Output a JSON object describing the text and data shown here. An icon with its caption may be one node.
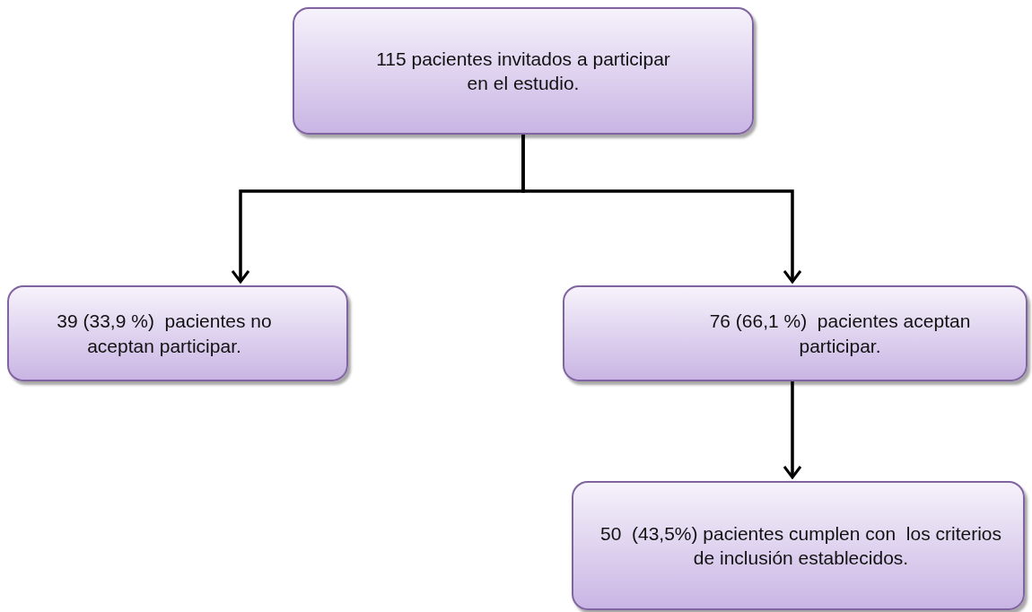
{
  "diagram": {
    "nodes": [
      {
        "text": [
          "115 pacientes invitados a participar en el estudio."
        ]
      },
      {
        "text": [
          "39 (33,9 %)  pacientes no aceptan participar."
        ]
      },
      {
        "text": [
          "76 (66,1 %)  pacientes aceptan participar."
        ]
      },
      {
        "text": [
          "50  (43,5%) pacientes cumplen con  los criterios de inclusión establecidos."
        ]
      }
    ],
    "edges": [
      {
        "from": 0,
        "to": 1,
        "arrow": "to"
      },
      {
        "from": 0,
        "to": 2,
        "arrow": "to"
      },
      {
        "from": 2,
        "to": 3,
        "arrow": "to"
      }
    ]
  }
}
